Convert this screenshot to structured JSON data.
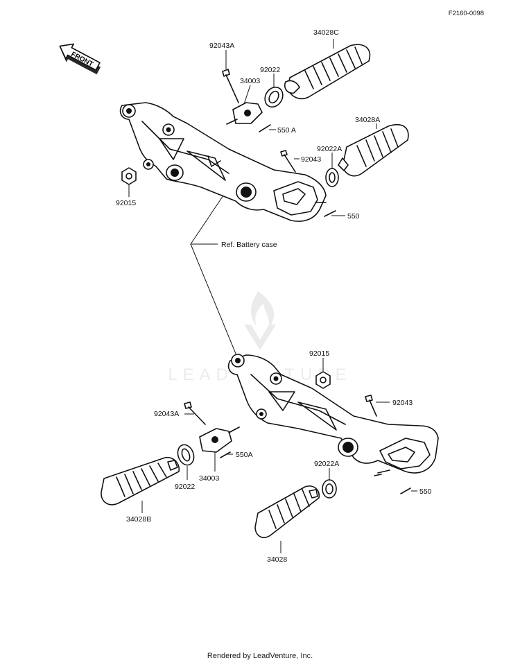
{
  "diagram": {
    "ref_code": "F2160-0098",
    "front_label": "FRONT",
    "ref_note": "Ref. Battery case",
    "watermark": "LEADVENTURE",
    "footer": "Rendered by LeadVenture, Inc.",
    "upper_labels": {
      "p92043A": "92043A",
      "p34003": "34003",
      "p92022": "92022",
      "p34028C": "34028C",
      "p550A": "550 A",
      "p34028A": "34028A",
      "p92022A": "92022A",
      "p92043": "92043",
      "p92015": "92015",
      "p550": "550"
    },
    "lower_labels": {
      "p92015": "92015",
      "p92043": "92043",
      "p92043A": "92043A",
      "p550A": "550A",
      "p92022A": "92022A",
      "p550": "550",
      "p92022": "92022",
      "p34003": "34003",
      "p34028B": "34028B",
      "p34028": "34028"
    }
  }
}
